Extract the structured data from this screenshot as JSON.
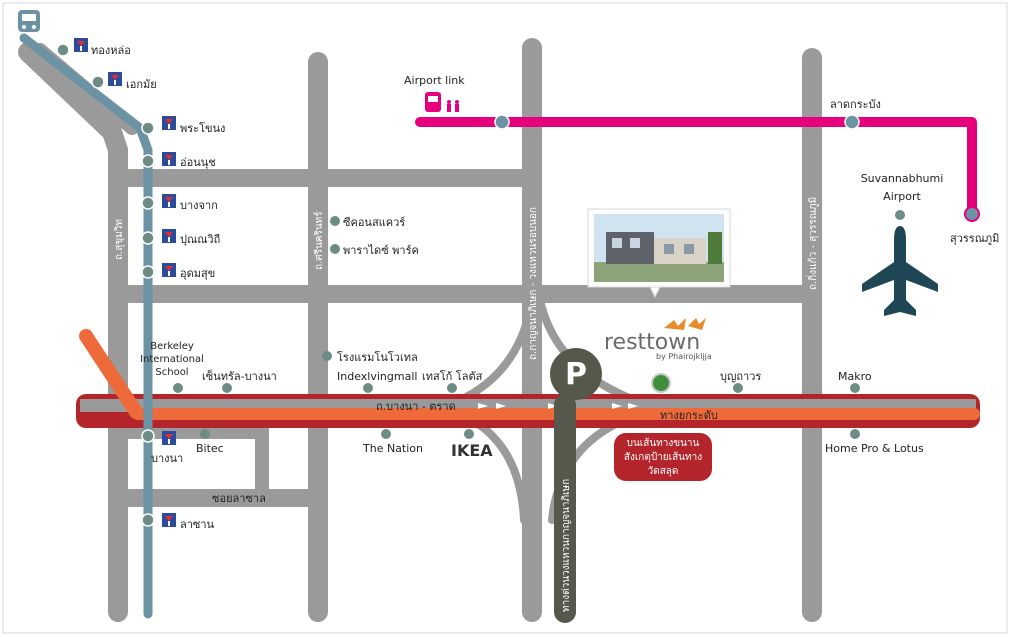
{
  "colors": {
    "road": "#9a9a9a",
    "bts": "#6b93a3",
    "airport_link": "#e6007e",
    "bangna_trad": "#c0252b",
    "expressway": "#ee6a3b",
    "motorway": "#55584a",
    "station_dot": "#6e8c86",
    "plane": "#1f4655",
    "project_dot": "#3d8f3a",
    "sign_bg": "#b3252b"
  },
  "icons": {
    "train": "train-icon",
    "bts_logo": "bts-logo-icon",
    "airport_train": "airport-train-icon",
    "plane": "plane-icon"
  },
  "bts_stations": [
    {
      "label": "ทองหล่อ"
    },
    {
      "label": "เอกมัย"
    },
    {
      "label": "พระโขนง"
    },
    {
      "label": "อ่อนนุช"
    },
    {
      "label": "บางจาก"
    },
    {
      "label": "ปุณณวิถี"
    },
    {
      "label": "อุดมสุข"
    },
    {
      "label": "บางนา"
    },
    {
      "label": "ลาซาน"
    }
  ],
  "airport_link": {
    "title": "Airport link",
    "stations": [
      {
        "label": "ลาดกระบัง"
      },
      {
        "label": "สุวรรณภูมิ"
      }
    ]
  },
  "airport": {
    "line1": "Suvannabhumi",
    "line2": "Airport"
  },
  "roads": {
    "sukhumvit": "ถ.สุขุมวิท",
    "srinakarin": "ถ.ศรีนครินทร์",
    "kanchanaphisek": "ถ.กาญจนาภิเษก - วงแหวนรอบนอก",
    "kingkaew": "ถ.กิ่งแก้ว - สุวรรณภูมิ",
    "bangna_trad": "ถ.บางนา - ตราด",
    "expressway": "ทางยกระดับ",
    "lasalle": "ซอยลาซาล",
    "motorway": "ทางด่วนวงแหวนกาญจนาภิเษก"
  },
  "places": {
    "seacon": "ซีคอนสแควร์",
    "paradise": "พาราไดซ์ พาร์ค",
    "novotel": "โรงแรมโนโวเทล",
    "indexliving": "Indexlvingmall",
    "tesco": "เทสโก้ โลตัส",
    "central": "เซ็นทรัล-บางนา",
    "berkeley": [
      "Berkeley",
      "International",
      "School"
    ],
    "bitec": "Bitec",
    "nation": "The Nation",
    "ikea": "IKEA",
    "boonthaworn": "บุญถาวร",
    "makro": "Makro",
    "homepro": "Home Pro & Lotus"
  },
  "project": {
    "brand": "resttown",
    "byline": "by Phairojkijja",
    "sign": [
      "บนเส้นทางขนาน",
      "สังเกตุป้ายเส้นทาง",
      "วัดสลุด"
    ]
  }
}
